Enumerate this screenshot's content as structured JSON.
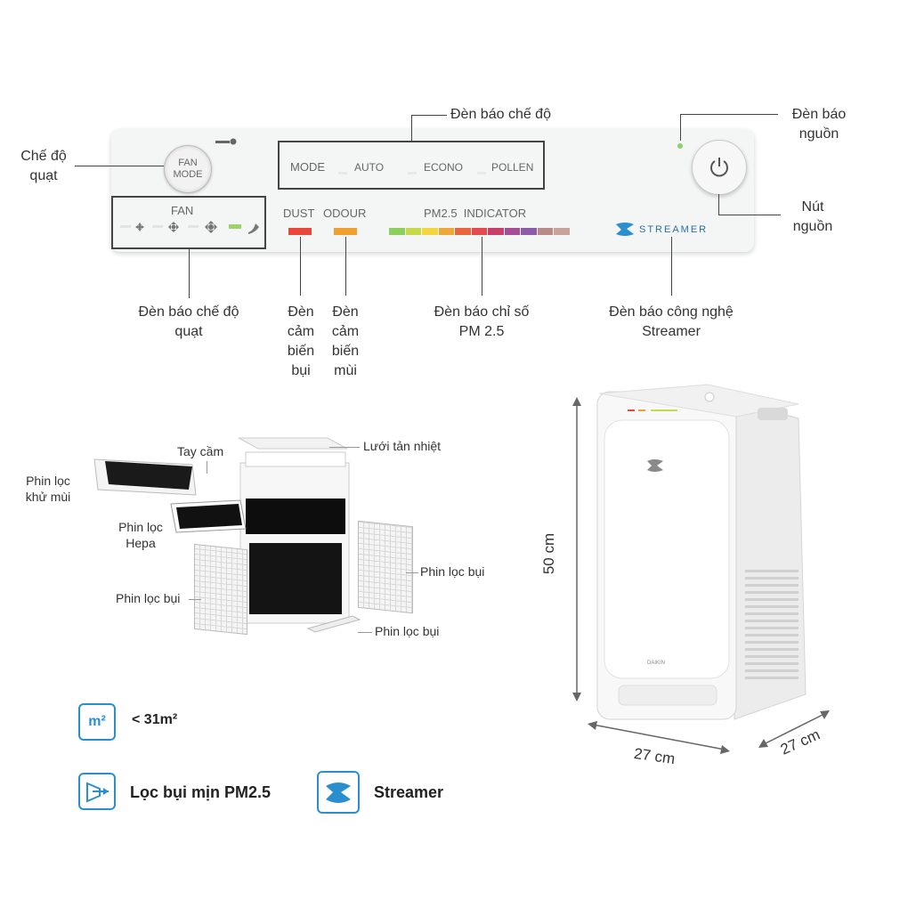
{
  "panel": {
    "fan_mode_top": "FAN",
    "fan_mode_bottom": "MODE",
    "mode_label": "MODE",
    "mode_auto": "AUTO",
    "mode_econo": "ECONO",
    "mode_pollen": "POLLEN",
    "fan_label": "FAN",
    "dust_label": "DUST",
    "odour_label": "ODOUR",
    "pm_label": "PM2.5  INDICATOR",
    "streamer_label": "STREAMER",
    "colors": {
      "dust": "#e8473a",
      "odour": "#f0a030",
      "power_led": "#8bd36a",
      "fan_led": "#9bd36b",
      "pm_bar": [
        "#8ccf5c",
        "#c6d94b",
        "#f1d63d",
        "#f0a73a",
        "#e8663e",
        "#e44b4f",
        "#c8406a",
        "#a64d96",
        "#8f5aa8",
        "#b78b86",
        "#c7a39a"
      ]
    }
  },
  "callouts": {
    "fan_speed": "Chế độ quạt",
    "mode_indicator": "Đèn báo chế độ",
    "power_indicator": "Đèn báo nguồn",
    "power_button": "Nút nguồn",
    "fan_mode_indicator": "Đèn báo chế độ quạt",
    "dust_sensor": "Đèn cảm biến bụi",
    "odour_sensor": "Đèn cảm biến mùi",
    "pm_indicator": "Đèn báo chỉ số PM 2.5",
    "streamer_indicator": "Đèn báo công nghệ Streamer"
  },
  "parts": {
    "handle": "Tay cầm",
    "heat_mesh": "Lưới tản nhiệt",
    "deodorizing_filter": "Phin lọc khử mùi",
    "hepa_filter": "Phin lọc Hepa",
    "dust_filter_left": "Phin lọc bụi",
    "dust_filter_right": "Phin lọc bụi",
    "dust_filter_bottom": "Phin lọc bụi"
  },
  "dimensions": {
    "height": "50 cm",
    "width": "27 cm",
    "depth": "27 cm"
  },
  "features": {
    "area_icon": "m²",
    "area": "< 31m²",
    "pm_filter": "Lọc bụi mịn PM2.5",
    "streamer": "Streamer"
  }
}
